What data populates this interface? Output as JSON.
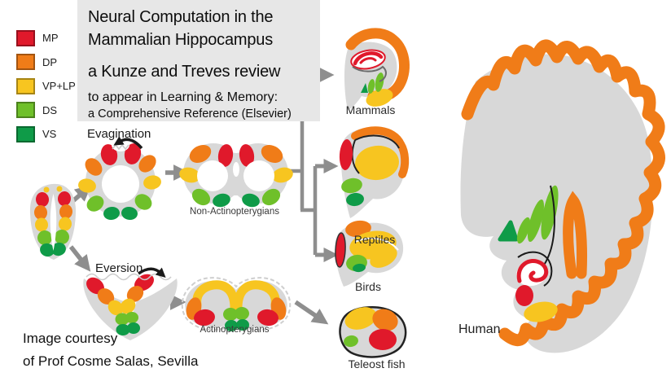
{
  "title_box": {
    "line1": "Neural Computation in the",
    "line2": "Mammalian Hippocampus",
    "line3": "a Kunze and Treves review",
    "line4": "to appear in Learning & Memory:",
    "line5": "a Comprehensive Reference (Elsevier)"
  },
  "legend": {
    "items": [
      {
        "label": "MP",
        "color": "#e0192b"
      },
      {
        "label": "DP",
        "color": "#f07c18"
      },
      {
        "label": "VP+LP",
        "color": "#f7c520"
      },
      {
        "label": "DS",
        "color": "#6fc02a"
      },
      {
        "label": "VS",
        "color": "#0f9b48"
      }
    ]
  },
  "diagram": {
    "evagination_label": "Evagination",
    "eversion_label": "Eversion",
    "non_actinopterygians_label": "Non-Actinopterygians",
    "actinopterygians_label": "Actinopterygians",
    "mammals_label": "Mammals",
    "reptiles_label": "Reptiles",
    "birds_label": "Birds",
    "teleost_fish_label": "Teleost fish",
    "human_label": "Human"
  },
  "attribution": {
    "line1": "Image courtesy",
    "line2": "of Prof Cosme Salas, Sevilla"
  },
  "colors": {
    "mp_red": "#e0192b",
    "dp_orange": "#f07c18",
    "vp_lp_yellow": "#f7c520",
    "ds_light_green": "#6fc02a",
    "vs_dark_green": "#0f9b48",
    "structure_gray": "#d8d8d8",
    "arrow_gray": "#8e8e8e",
    "title_box_bg": "#e7e7e7"
  }
}
